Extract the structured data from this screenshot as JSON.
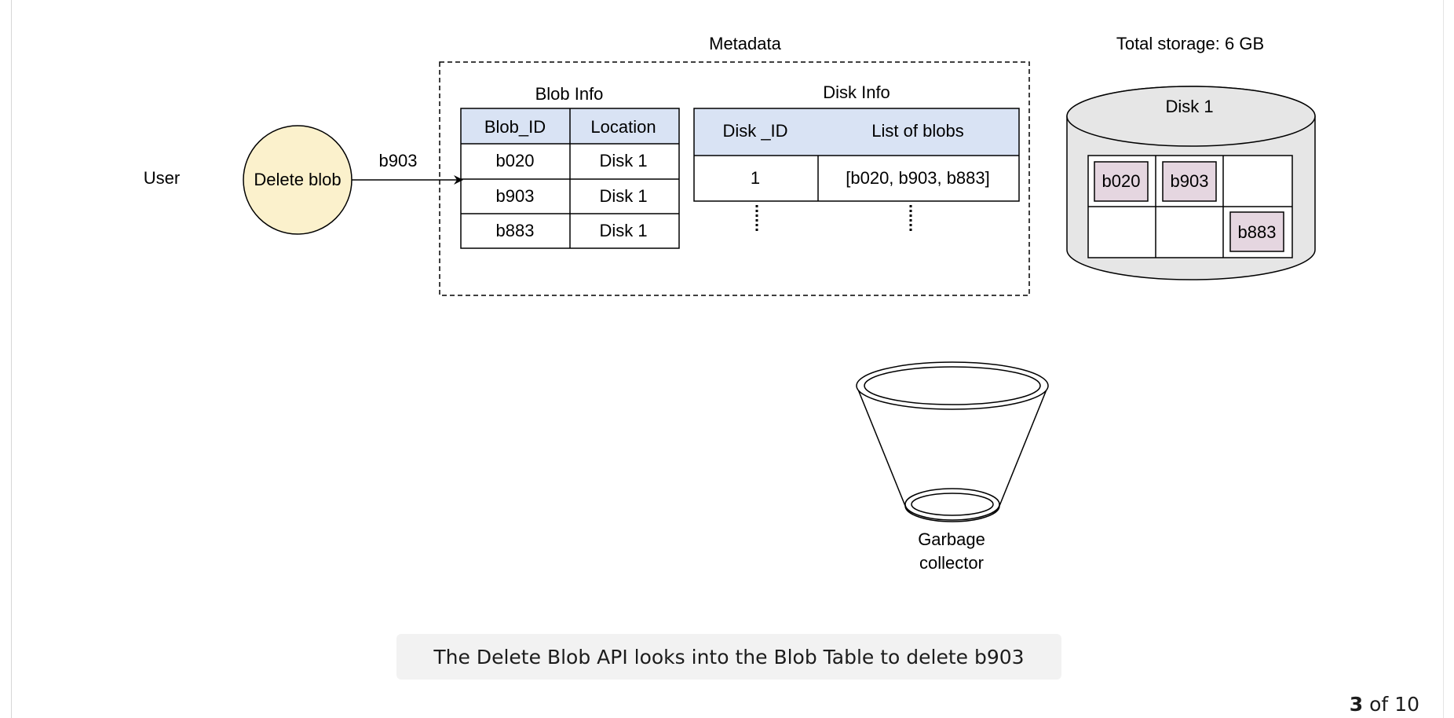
{
  "diagram": {
    "user_label": "User",
    "delete_node_label": "Delete blob",
    "arrow_label": "b903",
    "metadata_title": "Metadata",
    "blob_info": {
      "title": "Blob Info",
      "headers": [
        "Blob_ID",
        "Location"
      ],
      "rows": [
        [
          "b020",
          "Disk 1"
        ],
        [
          "b903",
          "Disk 1"
        ],
        [
          "b883",
          "Disk 1"
        ]
      ]
    },
    "disk_info": {
      "title": "Disk Info",
      "headers": [
        "Disk _ID",
        "List of blobs"
      ],
      "rows": [
        [
          "1",
          "[b020, b903, b883]"
        ]
      ]
    },
    "storage": {
      "total_label": "Total storage: 6 GB",
      "disk_label": "Disk 1",
      "blocks": [
        "b020",
        "b903",
        "b883"
      ]
    },
    "garbage_collector": {
      "line1": "Garbage",
      "line2": "collector"
    },
    "colors": {
      "delete_node_fill": "#fbf1cc",
      "table_header_fill": "#d9e3f4",
      "disk_fill": "#e6e6e6",
      "block_fill": "#e5d6e0"
    }
  },
  "caption": "The Delete Blob API looks into the Blob Table to delete b903",
  "pagination": {
    "current": "3",
    "separator": "of",
    "total": "10"
  }
}
